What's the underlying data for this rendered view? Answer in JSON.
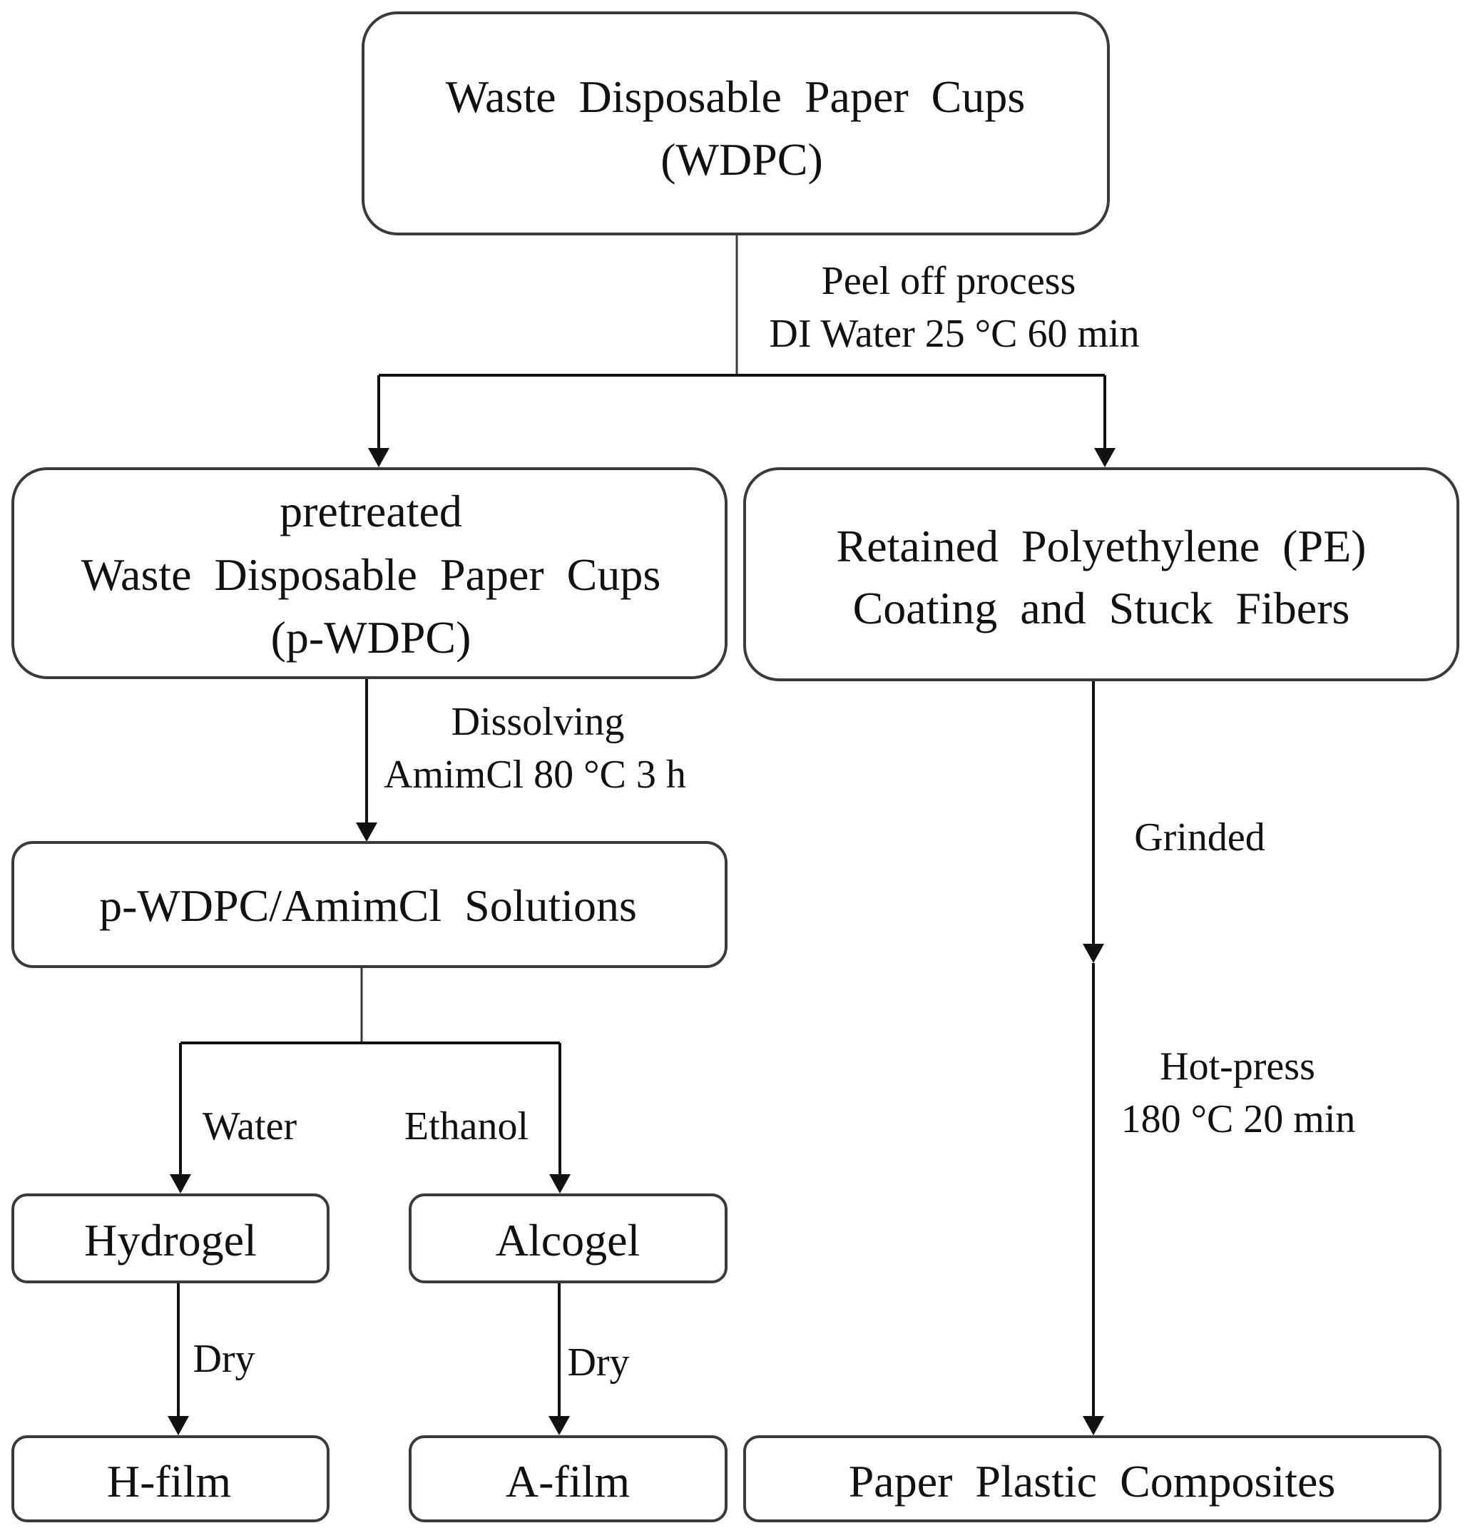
{
  "nodes": {
    "wdpc": {
      "line1": "Waste  Disposable  Paper  Cups",
      "line2": "(WDPC)"
    },
    "pwdpc": {
      "line1": "pretreated",
      "line2": "Waste  Disposable  Paper  Cups",
      "line3": "(p-WDPC)"
    },
    "pe": {
      "line1": "Retained  Polyethylene  (PE)",
      "line2": "Coating  and  Stuck  Fibers"
    },
    "solutions": {
      "label": "p-WDPC/AmimCl  Solutions"
    },
    "hydrogel": {
      "label": "Hydrogel"
    },
    "alcogel": {
      "label": "Alcogel"
    },
    "hfilm": {
      "label": "H-film"
    },
    "afilm": {
      "label": "A-film"
    },
    "ppc": {
      "label": "Paper  Plastic  Composites"
    }
  },
  "edges": {
    "peel": {
      "line1": "Peel off process",
      "line2": "DI Water 25 °C 60 min"
    },
    "dissolve": {
      "line1": "Dissolving",
      "line2": "AmimCl 80 °C 3 h"
    },
    "grind": {
      "label": "Grinded"
    },
    "hotpress": {
      "line1": "Hot-press",
      "line2": "180 °C 20 min"
    },
    "water": {
      "label": "Water"
    },
    "ethanol": {
      "label": "Ethanol"
    },
    "dry_h": {
      "label": "Dry"
    },
    "dry_a": {
      "label": "Dry"
    }
  }
}
